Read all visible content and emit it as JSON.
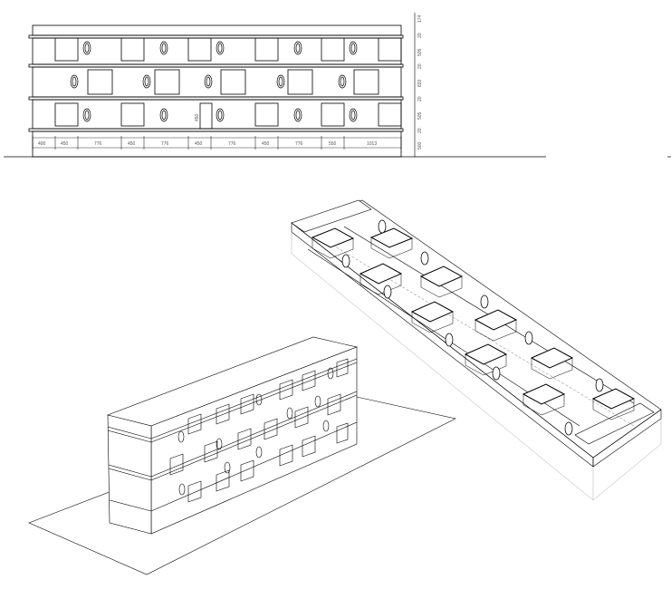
{
  "elevation": {
    "bottom_dimensions": [
      "400",
      "450",
      "776",
      "450",
      "776",
      "450",
      "776",
      "450",
      "776",
      "550",
      "1013"
    ],
    "side_dimensions": [
      "174",
      "20",
      "505",
      "20",
      "820",
      "20",
      "505",
      "20",
      "500"
    ],
    "window_label": "450"
  },
  "colors": {
    "line": "#000000",
    "thin_line": "#444444",
    "dashed_line": "#999999"
  }
}
